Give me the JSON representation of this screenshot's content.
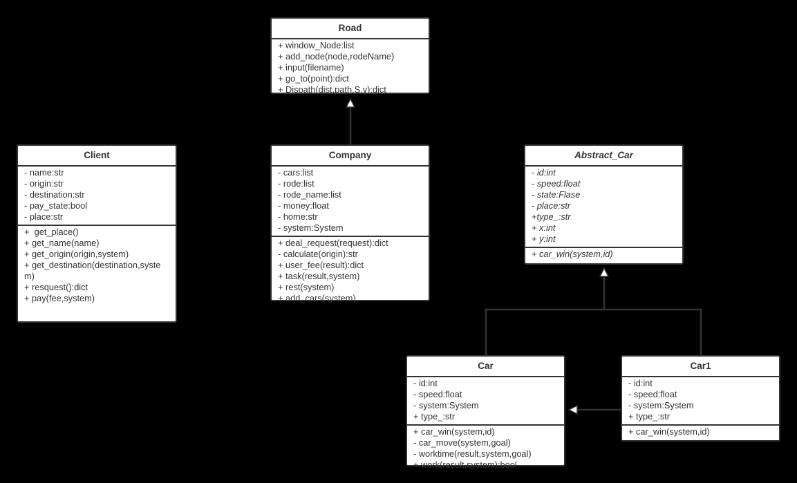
{
  "diagram_type": "UML class diagram",
  "classes": {
    "road": {
      "name": "Road",
      "abstract": false,
      "attributes": [],
      "methods": [
        "+ window_Node:list",
        "+ add_node(node,rodeName)",
        "+ input(filename)",
        "+ go_to(point):dict",
        "+ Dispath(dist,path,S,v):dict"
      ]
    },
    "client": {
      "name": "Client",
      "abstract": false,
      "attributes": [
        "- name:str",
        "- origin:str",
        "- destination:str",
        "- pay_state:bool",
        "- place:str"
      ],
      "methods": [
        "+  get_place()",
        "+ get_name(name)",
        "+ get_origin(origin,system)",
        "+ get_destination(destination,system)",
        "+ resquest():dict",
        "+ pay(fee,system)"
      ]
    },
    "company": {
      "name": "Company",
      "abstract": false,
      "attributes": [
        "- cars:list",
        "- rode:list",
        "- rode_name:list",
        "- money:float",
        "- home:str",
        "- system:System"
      ],
      "methods": [
        "+ deal_request(request):dict",
        "- calculate(origin):str",
        "+ user_fee(result):dict",
        "+ task(result,system)",
        "+ rest(system)",
        "+ add_cars(system)"
      ]
    },
    "abstract_car": {
      "name": "Abstract_Car",
      "abstract": true,
      "attributes": [
        "- id:int",
        "- speed:float",
        "- state:Flase",
        "- place:str",
        "+type_:str",
        "+ x:int",
        "+ y:int"
      ],
      "methods": [
        "+ car_win(system,id)"
      ]
    },
    "car": {
      "name": "Car",
      "abstract": false,
      "attributes": [
        "- id:int",
        "- speed:float",
        "- system:System",
        "+ type_:str"
      ],
      "methods": [
        "+ car_win(system,id)",
        "- car_move(system,goal)",
        "- worktime(result,system,goal)",
        "+ work(result,system):bool"
      ]
    },
    "car1": {
      "name": "Car1",
      "abstract": false,
      "attributes": [
        "- id:int",
        "- speed:float",
        "- system:System",
        "+ type_:str"
      ],
      "methods": [
        "+ car_win(system,id)"
      ]
    }
  },
  "relationships": [
    {
      "from": "Company",
      "to": "Road",
      "type": "generalization"
    },
    {
      "from": "Car",
      "to": "Abstract_Car",
      "type": "generalization"
    },
    {
      "from": "Car1",
      "to": "Abstract_Car",
      "type": "generalization"
    },
    {
      "from": "Car1",
      "to": "Car",
      "type": "generalization"
    }
  ],
  "colors": {
    "background": "#000000",
    "box_fill": "#ffffff",
    "box_border": "#333333",
    "text": "#333333",
    "connector": "#333333"
  }
}
